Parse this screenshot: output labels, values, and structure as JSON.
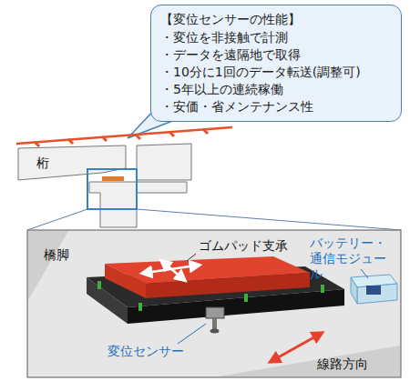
{
  "diagram": {
    "nodes": [
      {
        "text": [
          "【変位センサーの性能】",
          "・変位を非接触で計測",
          "・データを遠隔地で取得",
          "・10分に1回のデータ転送(調整可)",
          "・5年以上の連続稼働",
          "・安価・省メンテナンス性"
        ]
      }
    ],
    "labels": [
      "桁",
      "橋脚",
      "ゴムパッド支承",
      "バッテリー・ 通信モジュール",
      "変位センサー",
      "線路方向"
    ]
  }
}
